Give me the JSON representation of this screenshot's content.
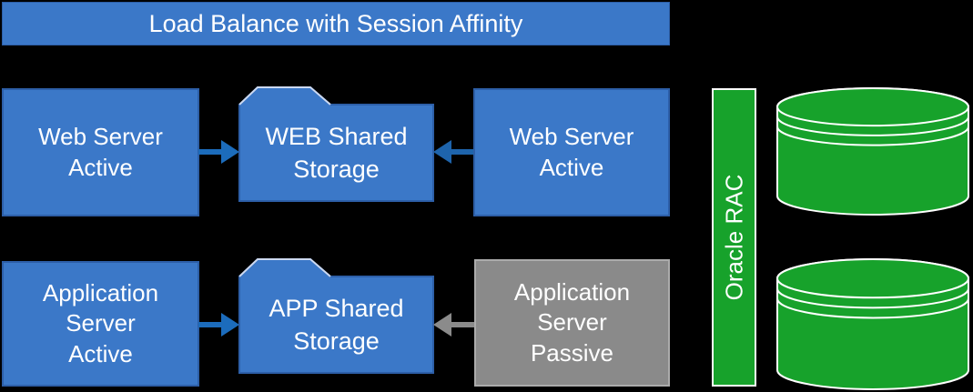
{
  "colors": {
    "background": "#000000",
    "box_blue": "#3B78C8",
    "box_blue_border": "#2D5FA8",
    "folder_highlight": "#CCD9F1",
    "arrow_blue": "#1C6CBC",
    "arrow_blue_dark": "#1E64AC",
    "arrow_gray": "#8B8B8B",
    "gray_box": "#8A8A8A",
    "gray_box_border": "#ABABAB",
    "green": "#17A22B"
  },
  "banner": {
    "label": "Load Balance with Session Affinity"
  },
  "diagram": {
    "web_left": {
      "label": "Web Server\nActive"
    },
    "web_right": {
      "label": "Web Server\nActive"
    },
    "web_storage": {
      "label": "WEB Shared\nStorage"
    },
    "app_left": {
      "label": "Application\nServer\nActive"
    },
    "app_passive": {
      "label": "Application\nServer\nPassive"
    },
    "app_storage": {
      "label": "APP Shared\nStorage"
    },
    "oracle_rac": {
      "label": "Oracle RAC"
    }
  },
  "icons": {
    "folder": "folder-icon",
    "database": "database-cylinder-icon",
    "arrow_right": "arrow-right-icon",
    "arrow_left": "arrow-left-icon"
  }
}
